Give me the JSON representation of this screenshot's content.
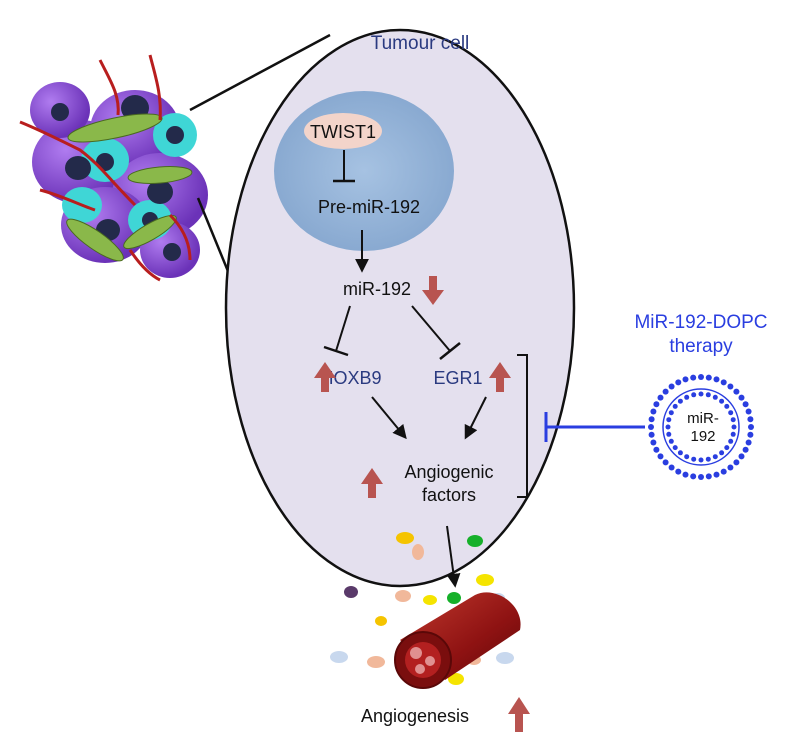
{
  "cell_label": "Tumour cell",
  "nucleus": {
    "twist1": "TWIST1",
    "pre_mir": "Pre-miR-192"
  },
  "mir192": "miR-192",
  "targets": {
    "hoxb9": "HOXB9",
    "egr1": "EGR1"
  },
  "angiogenic": {
    "line1": "Angiogenic",
    "line2": "factors"
  },
  "therapy": {
    "line1": "MiR-192-DOPC",
    "line2": "therapy",
    "liposome_line1": "miR-",
    "liposome_line2": "192"
  },
  "outcome": "Angiogenesis",
  "colors": {
    "cell_fill": "#e4e0ee",
    "nucleus_fill": "#94b3d6",
    "twist_fill": "#f3d4ca",
    "arrow_up_down": "#b85450",
    "therapy_blue": "#2a3ee0",
    "vessel": "#8e1212",
    "label_navy": "#2a3a80"
  }
}
